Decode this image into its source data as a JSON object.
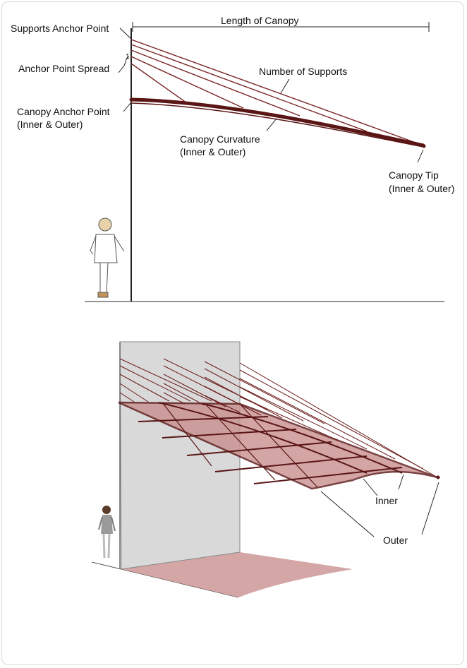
{
  "labels": {
    "length_of_canopy": "Length of Canopy",
    "supports_anchor_point": "Supports Anchor Point",
    "anchor_point_spread": "Anchor Point Spread",
    "number_of_supports": "Number of Supports",
    "canopy_anchor_point_1": "Canopy Anchor Point",
    "canopy_anchor_point_2": "(Inner & Outer)",
    "canopy_curvature_1": "Canopy Curvature",
    "canopy_curvature_2": "(Inner & Outer)",
    "canopy_tip_1": "Canopy Tip",
    "canopy_tip_2": "(Inner & Outer)",
    "spread_marker": "1",
    "inner": "Inner",
    "outer": "Outer"
  },
  "colors": {
    "canopy_line": "#6b1a1a",
    "canopy_fill": "#c98f8f",
    "wall": "#d9d9d9",
    "ground_shadow": "#cf9c9c",
    "ink": "#111111"
  }
}
